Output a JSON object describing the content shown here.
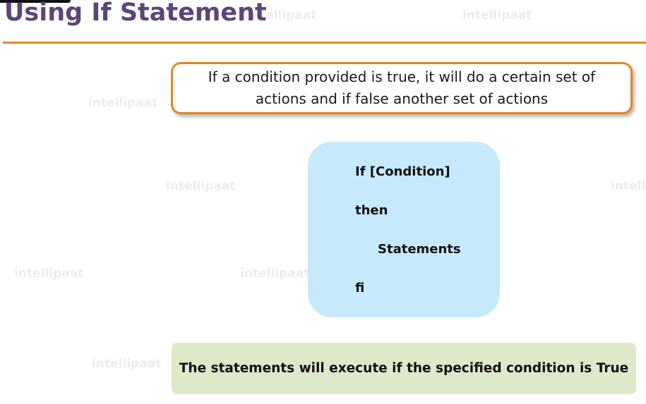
{
  "slide": {
    "title": "Using If Statement"
  },
  "definition": {
    "text": "If a condition provided is true, it will do a certain set of actions and if false another set of actions"
  },
  "syntax": {
    "line1": "If [Condition]",
    "line2": "then",
    "line3": "Statements",
    "line4": "fi"
  },
  "note": {
    "text": "The statements will execute if the specified condition is True"
  },
  "watermark": {
    "text": "intellipaat"
  },
  "colors": {
    "title": "#5c4579",
    "accent_orange": "#e8851c",
    "syntax_fill": "#c6e9fb",
    "note_fill": "#dde9c8"
  }
}
